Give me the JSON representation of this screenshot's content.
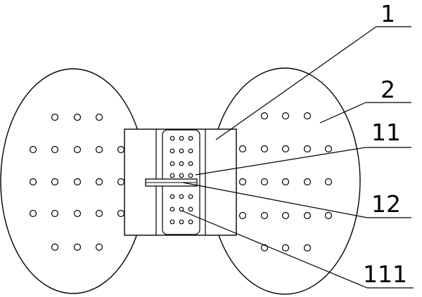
{
  "labels": {
    "part_1": "1",
    "part_2": "2",
    "part_11": "11",
    "part_12": "12",
    "part_111": "111"
  },
  "colors": {
    "line": "#000000",
    "background": "#ffffff"
  }
}
